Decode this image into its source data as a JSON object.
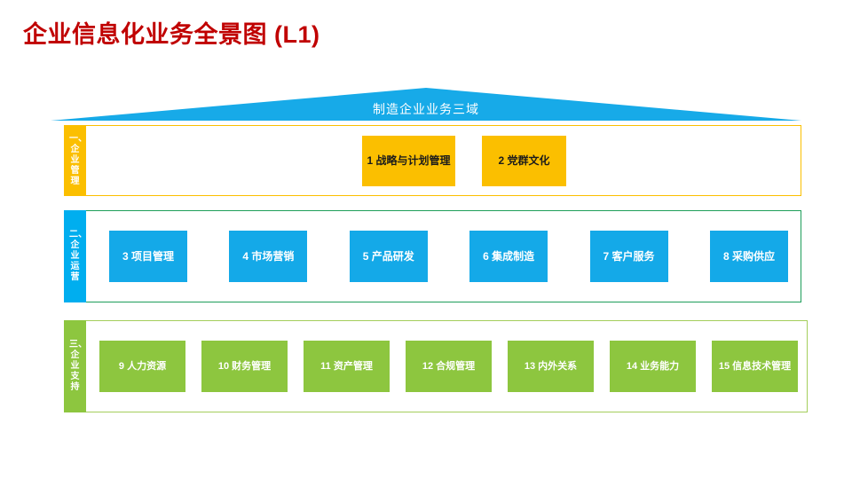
{
  "title": "企业信息化业务全景图 (L1)",
  "roof": {
    "label": "制造企业业务三域",
    "color": "#17AAE8"
  },
  "bands": [
    {
      "side_label": "一、企业管理",
      "accent": "#FBBF00",
      "cells": [
        {
          "label": "1 战略与计划管理"
        },
        {
          "label": "2 党群文化"
        }
      ]
    },
    {
      "side_label": "二、企业运营",
      "accent": "#00AEEF",
      "border": "#1E9E5A",
      "cells": [
        {
          "label": "3 项目管理"
        },
        {
          "label": "4 市场营销"
        },
        {
          "label": "5 产品研发"
        },
        {
          "label": "6 集成制造"
        },
        {
          "label": "7 客户服务"
        },
        {
          "label": "8 采购供应"
        }
      ]
    },
    {
      "side_label": "三、企业支持",
      "accent": "#8DC63F",
      "border": "#A4CE5C",
      "cells": [
        {
          "label": "9 人力资源"
        },
        {
          "label": "10 财务管理"
        },
        {
          "label": "11 资产管理"
        },
        {
          "label": "12 合规管理"
        },
        {
          "label": "13 内外关系"
        },
        {
          "label": "14 业务能力"
        },
        {
          "label": "15 信息技术管理"
        }
      ]
    }
  ]
}
